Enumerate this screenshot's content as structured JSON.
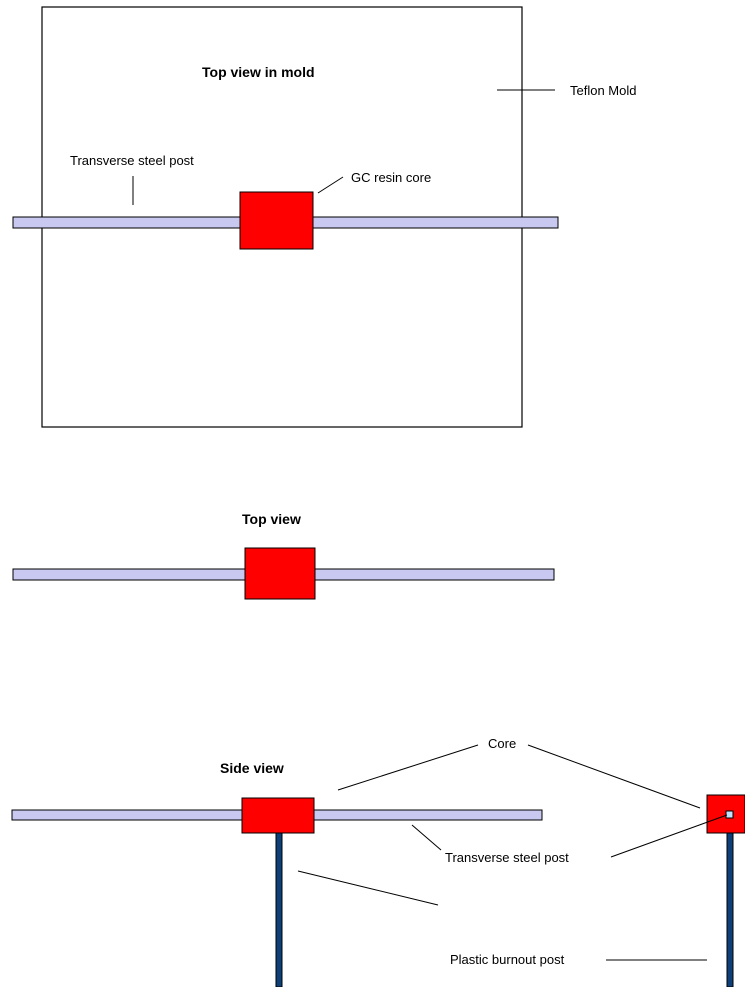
{
  "colors": {
    "steel_post": "#c8c8f0",
    "resin_core": "#ff0000",
    "burnout_post": "#0f3f78",
    "core_hole": "#bfe3ff",
    "outline": "#000000"
  },
  "top_view_in_mold": {
    "title": "Top view in mold",
    "mold_label": "Teflon Mold",
    "post_label": "Transverse steel post",
    "core_label": "GC resin core"
  },
  "top_view": {
    "title": "Top view"
  },
  "side_view": {
    "title": "Side view",
    "core_label": "Core",
    "post_label": "Transverse steel post",
    "burnout_label": "Plastic burnout post"
  }
}
